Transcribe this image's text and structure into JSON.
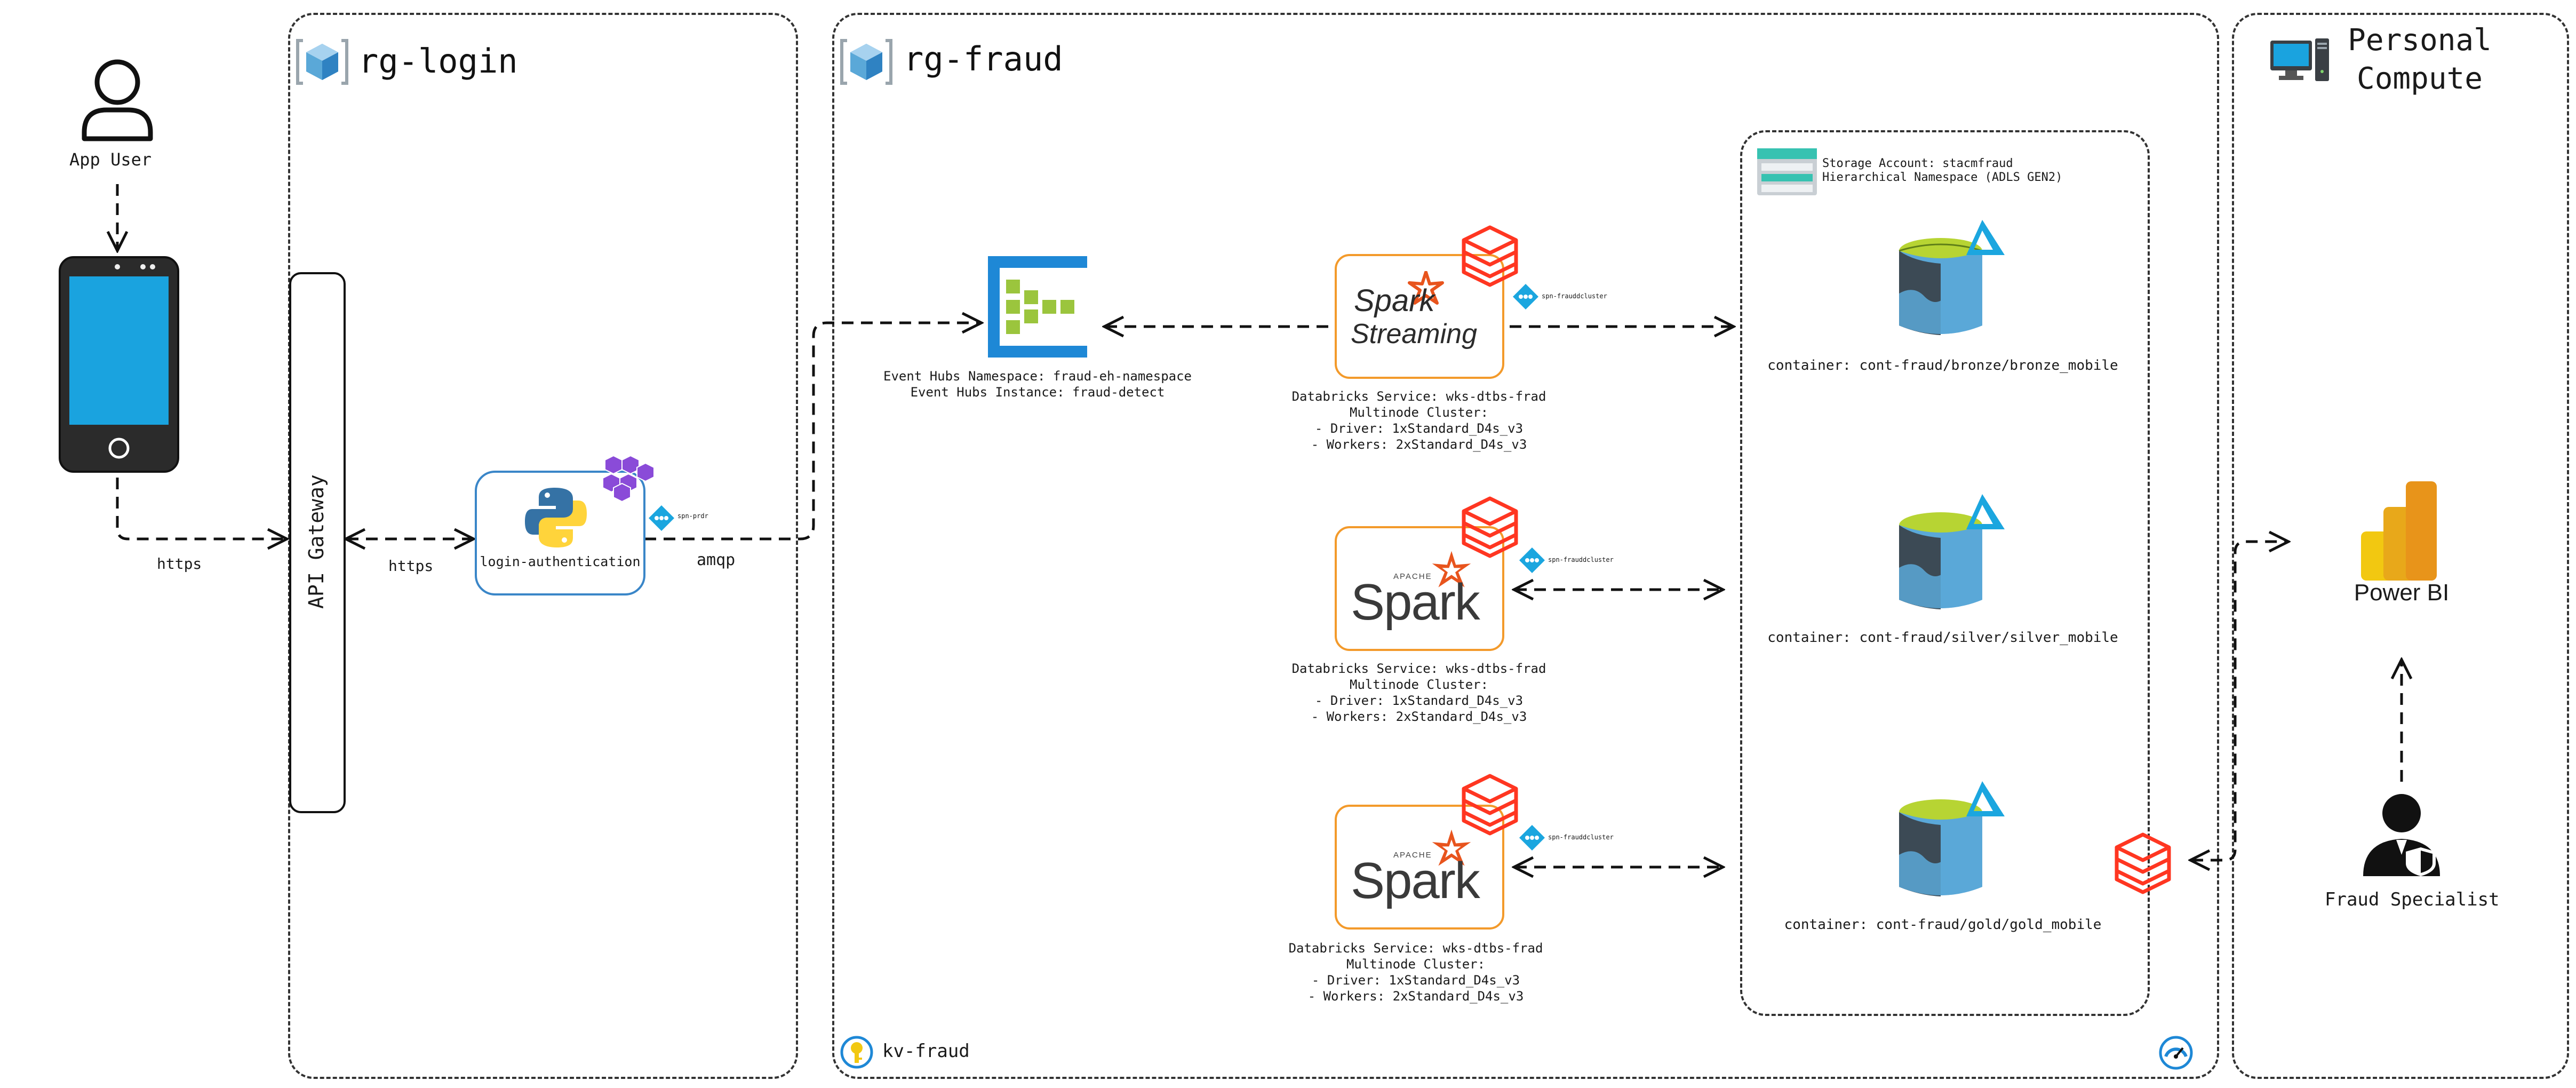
{
  "app_user": {
    "label": "App User"
  },
  "arrows": {
    "https_1": "https",
    "https_2": "https",
    "amqp": "amqp"
  },
  "api_gateway": {
    "label": "API Gateway"
  },
  "rg_login": {
    "title": "rg-login",
    "function": {
      "label": "login-authentication",
      "subnet": "spn-prdr"
    }
  },
  "rg_fraud": {
    "title": "rg-fraud",
    "event_hubs": {
      "namespace": "Event Hubs Namespace: fraud-eh-namespace",
      "instance": "Event Hubs Instance: fraud-detect"
    },
    "clusters": [
      {
        "logo_line1": "Spark",
        "logo_line2": "Streaming",
        "subnet": "spn-frauddcluster",
        "lines": [
          "Databricks Service: wks-dtbs-frad",
          "Multinode Cluster:",
          "- Driver: 1xStandard_D4s_v3",
          "- Workers: 2xStandard_D4s_v3"
        ]
      },
      {
        "logo_small": "APACHE",
        "logo": "Spark",
        "subnet": "spn-frauddcluster",
        "lines": [
          "Databricks Service: wks-dtbs-frad",
          "Multinode Cluster:",
          "- Driver: 1xStandard_D4s_v3",
          "- Workers: 2xStandard_D4s_v3"
        ]
      },
      {
        "logo_small": "APACHE",
        "logo": "Spark",
        "subnet": "spn-frauddcluster",
        "lines": [
          "Databricks Service: wks-dtbs-frad",
          "Multinode Cluster:",
          "- Driver: 1xStandard_D4s_v3",
          "- Workers: 2xStandard_D4s_v3"
        ]
      }
    ],
    "storage": {
      "account": "Storage Account: stacmfraud",
      "namespace": "Hierarchical Namespace (ADLS GEN2)",
      "containers": [
        "container: cont-fraud/bronze/bronze_mobile",
        "container: cont-fraud/silver/silver_mobile",
        "container: cont-fraud/gold/gold_mobile"
      ]
    },
    "key_vault": "kv-fraud"
  },
  "personal_compute": {
    "title_line1": "Personal",
    "title_line2": "Compute",
    "power_bi": "Power BI",
    "fraud_specialist": "Fraud Specialist"
  },
  "colors": {
    "azure_blue": "#1e88d6",
    "eventhub_green": "#9bc53d",
    "spark_orange": "#e8541d",
    "databricks_red": "#ff3621",
    "card_orange": "#f39a2b",
    "storage_dark": "#3c4a55",
    "storage_blue": "#5aa8d8",
    "storage_lime": "#b7d433",
    "kubernetes_purple": "#8a4bd8",
    "powerbi_yellow": "#f2c811"
  }
}
